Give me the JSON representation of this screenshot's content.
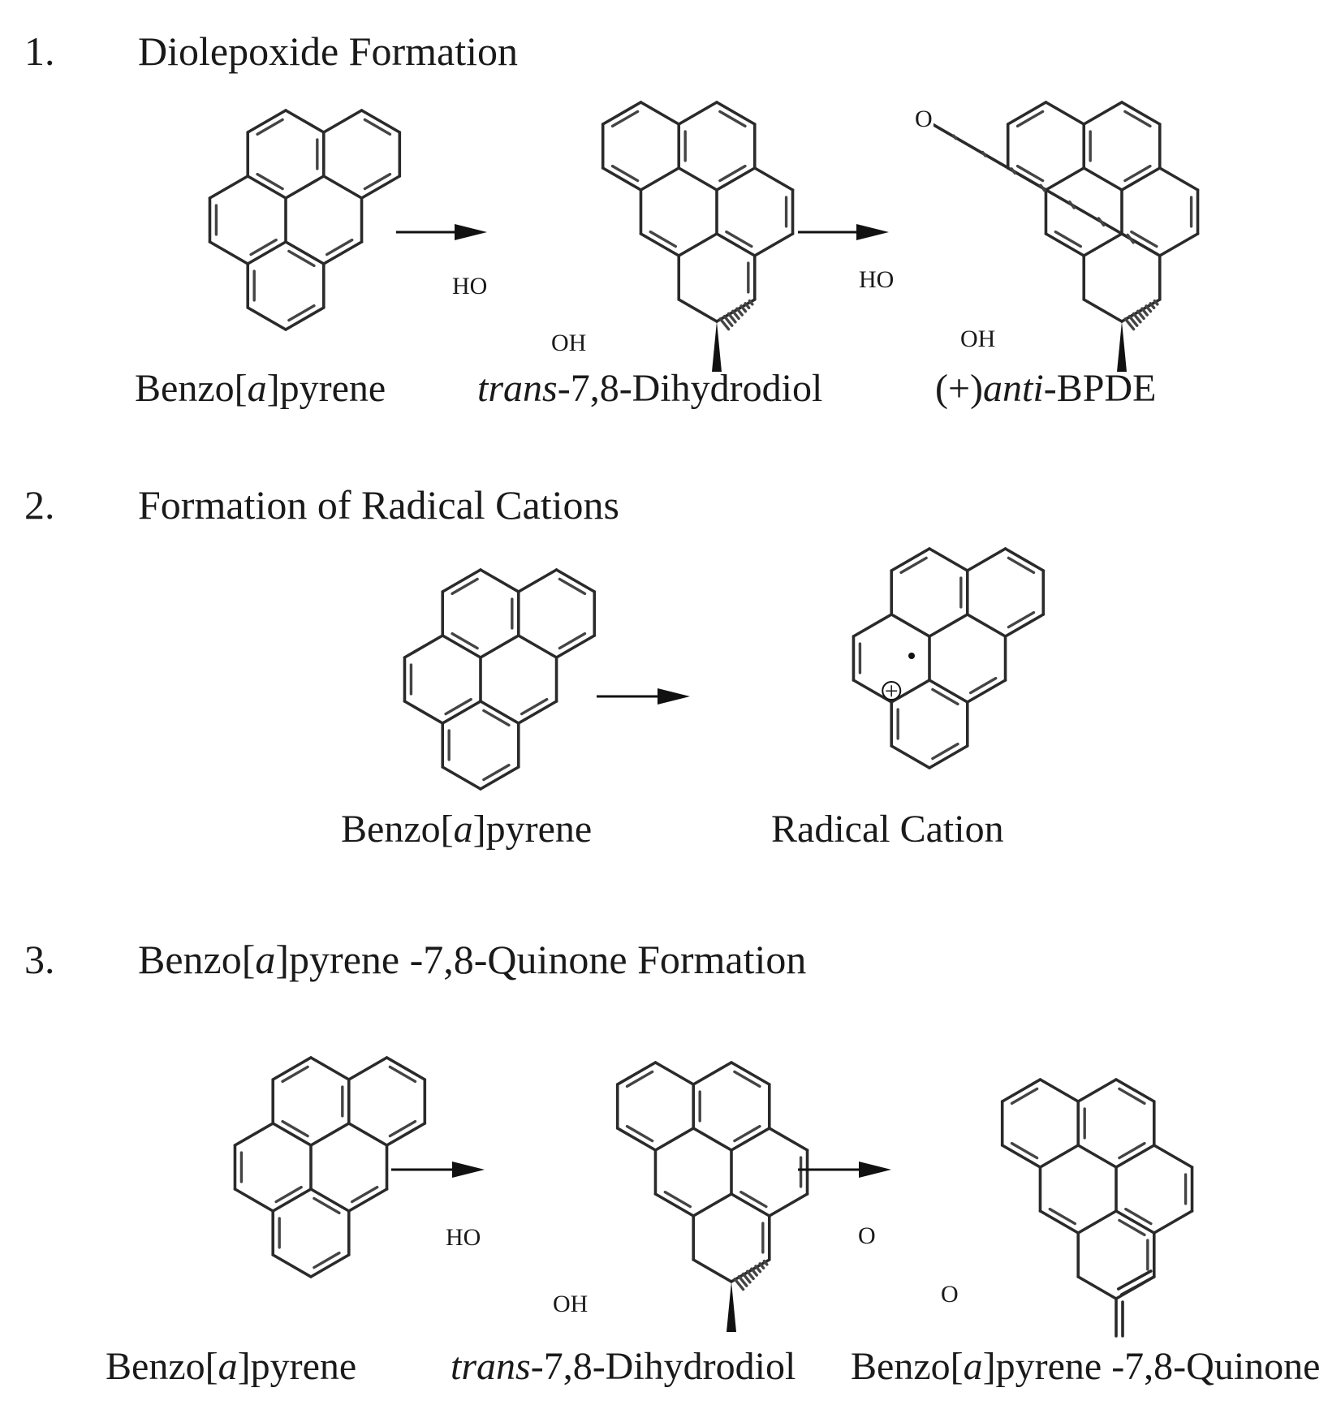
{
  "sections": [
    {
      "number": "1.",
      "title": "Diolepoxide Formation",
      "compounds": [
        {
          "prefix": "Benzo[",
          "ital": "a",
          "suffix": "]pyrene"
        },
        {
          "prefix": "",
          "ital": "trans",
          "suffix": "-7,8-Dihydrodiol"
        },
        {
          "prefix": "(+)",
          "ital": "anti",
          "suffix": "-BPDE"
        }
      ]
    },
    {
      "number": "2.",
      "title": "Formation of Radical Cations",
      "compounds": [
        {
          "prefix": "Benzo[",
          "ital": "a",
          "suffix": "]pyrene"
        },
        {
          "prefix": "Radical Cation",
          "ital": "",
          "suffix": ""
        }
      ]
    },
    {
      "number": "3.",
      "title_prefix": "Benzo[",
      "title_ital": "a",
      "title_suffix": "]pyrene -7,8-Quinone Formation",
      "compounds": [
        {
          "prefix": "Benzo[",
          "ital": "a",
          "suffix": "]pyrene"
        },
        {
          "prefix": "",
          "ital": "trans",
          "suffix": "-7,8-Dihydrodiol"
        },
        {
          "prefix": "Benzo[",
          "ital": "a",
          "suffix": "]pyrene -7,8-Quinone"
        }
      ]
    }
  ],
  "atoms": {
    "ho": "HO",
    "oh": "OH",
    "o": "O",
    "cation": "+"
  }
}
